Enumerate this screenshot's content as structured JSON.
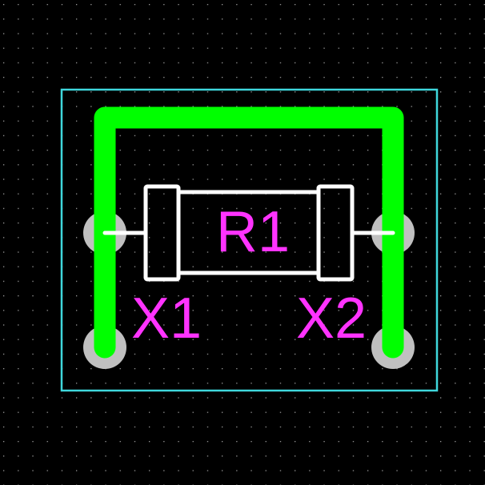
{
  "colors": {
    "background": "#000000",
    "grid_dot": "#9a9a9a",
    "board_outline": "#3fd7dc",
    "trace": "#00ff00",
    "pad": "#c0c0c0",
    "silkscreen": "#ffffff",
    "label": "#ff33ff"
  },
  "component": {
    "designator": "R1"
  },
  "pads": [
    {
      "label": "X1"
    },
    {
      "label": "X2"
    }
  ]
}
